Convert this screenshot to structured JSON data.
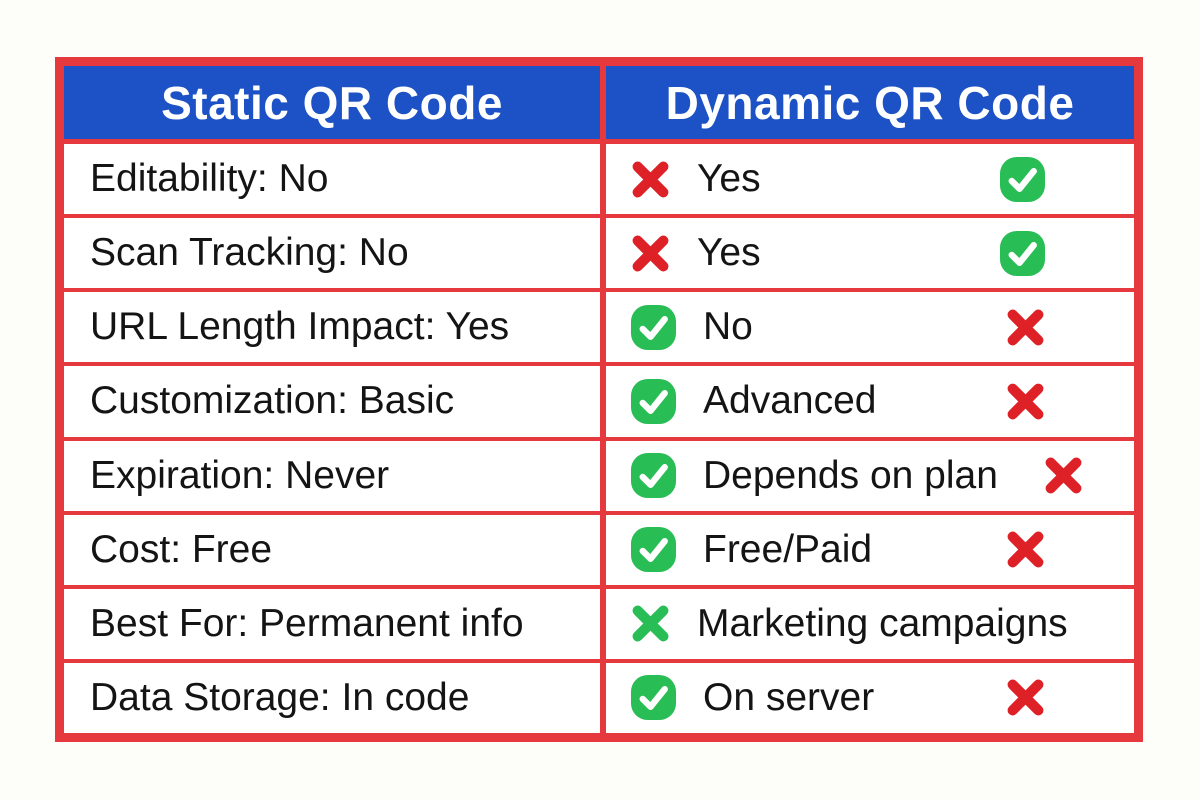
{
  "table": {
    "border_color": "#e6393d",
    "header_bg": "#1d52c6",
    "header_text_color": "#ffffff",
    "columns": [
      {
        "label": "Static QR Code"
      },
      {
        "label": "Dynamic QR Code"
      }
    ],
    "icon_colors": {
      "green": "#29bd55",
      "red": "#dd2127",
      "check_mark": "#ffffff"
    },
    "rows": [
      {
        "static": "Editability: No",
        "lead_icon": "red-x-icon",
        "dynamic": "Yes",
        "trail_icon": "green-check-icon"
      },
      {
        "static": "Scan Tracking: No",
        "lead_icon": "red-x-icon",
        "dynamic": "Yes",
        "trail_icon": "green-check-icon"
      },
      {
        "static": "URL Length Impact: Yes",
        "lead_icon": "green-check-icon",
        "dynamic": "No",
        "trail_icon": "red-x-icon"
      },
      {
        "static": "Customization: Basic",
        "lead_icon": "green-check-icon",
        "dynamic": "Advanced",
        "trail_icon": "red-x-icon"
      },
      {
        "static": "Expiration: Never",
        "lead_icon": "green-check-icon",
        "dynamic": "Depends on plan",
        "trail_icon": "red-x-icon"
      },
      {
        "static": "Cost: Free",
        "lead_icon": "green-check-icon",
        "dynamic": "Free/Paid",
        "trail_icon": "red-x-icon"
      },
      {
        "static": "Best For: Permanent info",
        "lead_icon": "green-x-icon",
        "dynamic": "Marketing campaigns",
        "trail_icon": null
      },
      {
        "static": "Data Storage: In code",
        "lead_icon": "green-check-icon",
        "dynamic": "On server",
        "trail_icon": "red-x-icon"
      }
    ]
  },
  "chart_data": {
    "type": "table",
    "title": "Static QR Code vs Dynamic QR Code",
    "columns": [
      "Static QR Code",
      "Dynamic QR Code"
    ],
    "rows": [
      [
        "Editability: No",
        "Yes"
      ],
      [
        "Scan Tracking: No",
        "Yes"
      ],
      [
        "URL Length Impact: Yes",
        "No"
      ],
      [
        "Customization: Basic",
        "Advanced"
      ],
      [
        "Expiration: Never",
        "Depends on plan"
      ],
      [
        "Cost: Free",
        "Free/Paid"
      ],
      [
        "Best For: Permanent info",
        "Marketing campaigns"
      ],
      [
        "Data Storage: In code",
        "On server"
      ]
    ]
  }
}
